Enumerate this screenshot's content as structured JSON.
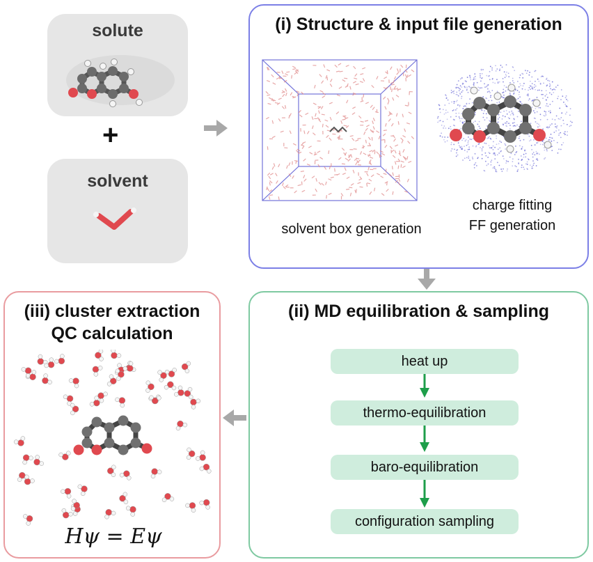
{
  "inputs": {
    "solute_label": "solute",
    "plus_label": "+",
    "solvent_label": "solvent"
  },
  "stage_i": {
    "title": "(i) Structure & input file generation",
    "box_caption": "solvent box generation",
    "charge_caption_line1": "charge fitting",
    "charge_caption_line2": "FF generation"
  },
  "stage_ii": {
    "title": "(ii) MD equilibration & sampling",
    "steps": [
      "heat up",
      "thermo-equilibration",
      "baro-equilibration",
      "configuration sampling"
    ]
  },
  "stage_iii": {
    "title_line1": "(iii) cluster extraction",
    "title_line2": "QC calculation",
    "equation": "Hψ = Eψ"
  },
  "colors": {
    "stage_i_border": "#7b7fe6",
    "stage_ii_border": "#7ec9a1",
    "stage_iii_border": "#e99b9f",
    "step_fill": "#cfeddd",
    "step_arrow": "#1e9e4a",
    "flow_arrow": "#a8a8a8",
    "carbon": "#6b6b6b",
    "oxygen": "#e0494f",
    "hydrogen": "#f2f2f2"
  }
}
